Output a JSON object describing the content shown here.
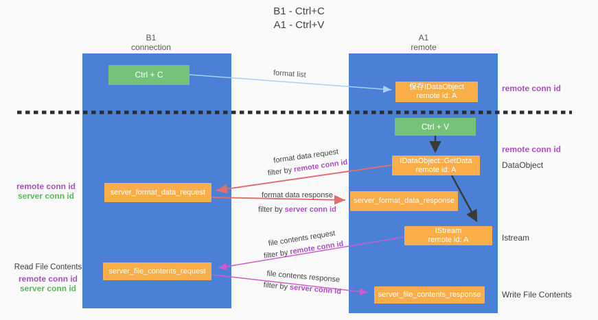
{
  "title": {
    "line1": "B1 - Ctrl+C",
    "line2": "A1 - Ctrl+V"
  },
  "lanes": {
    "left": {
      "name": "B1",
      "role": "connection"
    },
    "right": {
      "name": "A1",
      "role": "remote"
    }
  },
  "boxes": {
    "ctrl_c": {
      "label": "Ctrl + C"
    },
    "save_idataobject": {
      "line1": "保存IDataObject",
      "line2": "remote id: A"
    },
    "ctrl_v": {
      "label": "Ctrl + V"
    },
    "getdata": {
      "line1": "IDataObject::GetData",
      "line2": "remote id: A"
    },
    "server_format_data_request": {
      "label": "server_format_data_request"
    },
    "server_format_data_response": {
      "label": "server_format_data_response"
    },
    "istream": {
      "line1": "IStream",
      "line2": "remote id: A"
    },
    "server_file_contents_request": {
      "label": "server_file_contents_request"
    },
    "server_file_contents_response": {
      "label": "server_file_contents_response"
    }
  },
  "right_labels": {
    "remote_conn_id_top": "remote conn id",
    "remote_conn_id_mid": "remote conn id",
    "dataobject": "DataObject",
    "istream": "Istream",
    "write_file_contents": "Write File Contents"
  },
  "left_labels": {
    "group1": {
      "remote": "remote conn id",
      "server": "server conn id"
    },
    "group2": {
      "title": "Read File Contents",
      "remote": "remote conn id",
      "server": "server conn id"
    }
  },
  "arrow_labels": {
    "format_list": "format list",
    "format_data_request": {
      "line1": "format data request",
      "prefix": "filter by",
      "key": "remote conn id"
    },
    "format_data_response": {
      "line1": "format data response",
      "prefix": "filter by",
      "key": "server conn id"
    },
    "file_contents_request": {
      "line1": "file contents request",
      "prefix": "filter by",
      "key": "remote conn id"
    },
    "file_contents_response": {
      "line1": "file contents response",
      "prefix": "filter by",
      "key": "server conn id"
    }
  },
  "colors": {
    "lane_blue": "#4b80d6",
    "box_orange": "#f9ae49",
    "box_green": "#76c279",
    "purple_text": "#ad4fc2",
    "green_text": "#5cb85c",
    "red_arrow": "#e06e6e",
    "magenta_arrow": "#cf5bcf",
    "blue_arrow": "#a7d2f0",
    "black_arrow": "#3a3a3a",
    "dash": "#2d2d2d",
    "bg": "#fafafa"
  }
}
